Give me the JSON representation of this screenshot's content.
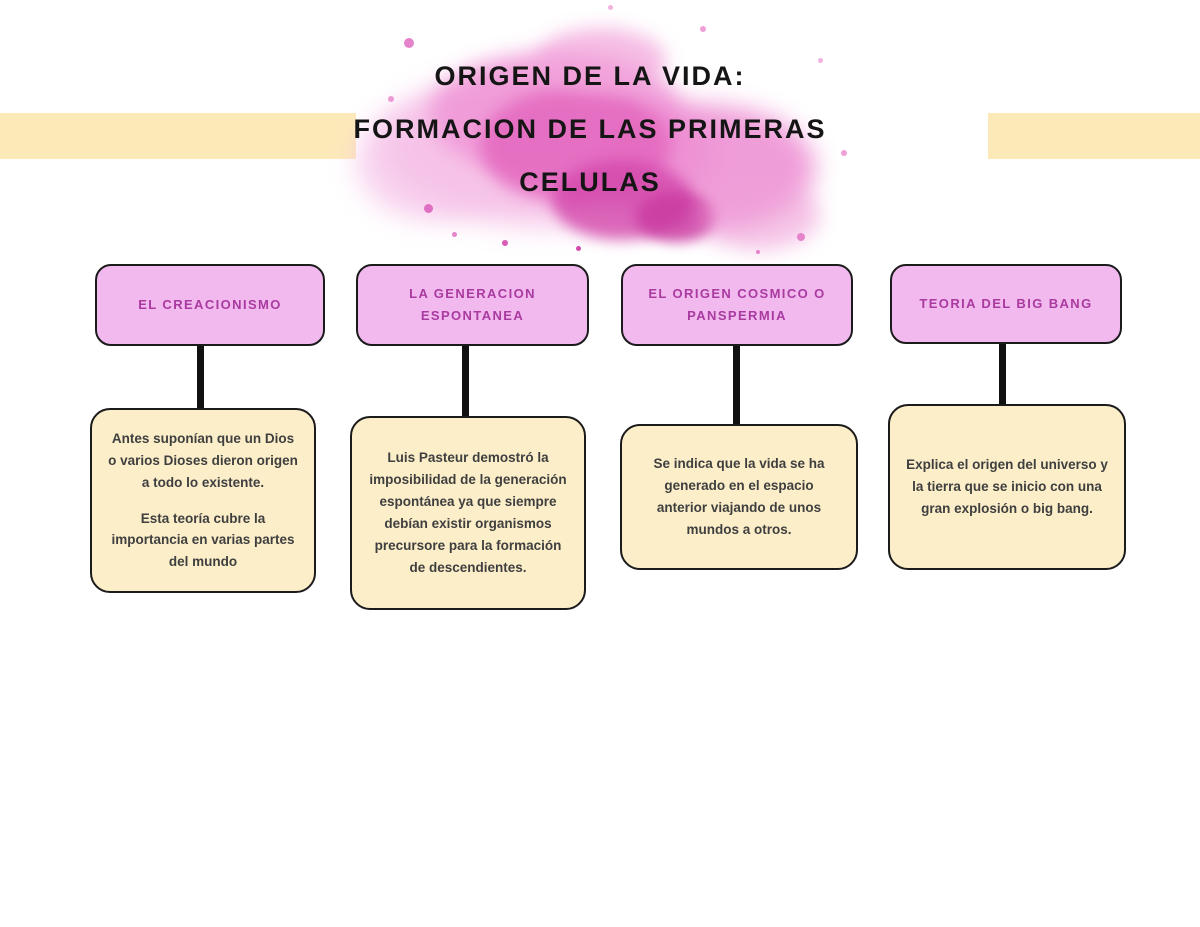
{
  "title": {
    "line1": "ORIGEN DE LA VIDA:",
    "line2": "FORMACION DE LAS PRIMERAS",
    "line3": "CELULAS"
  },
  "columns": [
    {
      "header": "EL CREACIONISMO",
      "paragraphs": [
        "Antes suponían que un Dios o varios Dioses dieron origen a todo lo existente.",
        "Esta teoría cubre la importancia en varias partes del mundo"
      ]
    },
    {
      "header": "LA GENERACION ESPONTANEA",
      "paragraphs": [
        "Luis Pasteur demostró la imposibilidad de la generación espontánea ya que siempre debían existir organismos precursore para la formación de descendientes."
      ]
    },
    {
      "header": "EL ORIGEN COSMICO O PANSPERMIA",
      "paragraphs": [
        "Se indica que la vida se ha generado en el espacio anterior viajando de unos mundos a otros."
      ]
    },
    {
      "header": "TEORIA DEL BIG BANG",
      "paragraphs": [
        "Explica el origen del universo y la tierra que se inicio con una gran explosión o big bang."
      ]
    }
  ],
  "colors": {
    "header_box_bg": "#f2b9ee",
    "header_text": "#a93aa0",
    "body_box_bg": "#fbeec9",
    "box_border": "#1b1b1b",
    "accent_band": "#fce9b8",
    "watercolor_pink": "#e36ec4",
    "connector": "#111111"
  }
}
